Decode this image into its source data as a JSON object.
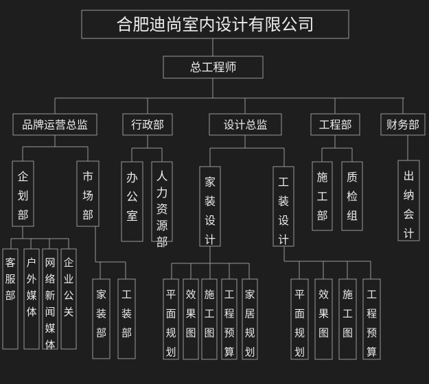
{
  "company": "合肥迪尚室内设计有限公司",
  "chief": "总工程师",
  "departments": [
    {
      "key": "brand",
      "label": "品牌运营总监"
    },
    {
      "key": "admin",
      "label": "行政部"
    },
    {
      "key": "design",
      "label": "设计总监"
    },
    {
      "key": "engineering",
      "label": "工程部"
    },
    {
      "key": "finance",
      "label": "财务部"
    }
  ],
  "brand_units": [
    "企划部",
    "市场部"
  ],
  "planning_units": [
    "客服部",
    "户外媒体",
    "网络新闻媒体",
    "企业公关"
  ],
  "market_units": [
    "家装部",
    "工装部"
  ],
  "admin_units": [
    "办公室",
    "人力资源部"
  ],
  "design_units": [
    "家装设计",
    "工装设计"
  ],
  "home_design_units": [
    "平面规划",
    "效果图",
    "施工图",
    "工程预算",
    "家居规划"
  ],
  "tool_design_units": [
    "平面规划",
    "效果图",
    "施工图",
    "工程预算"
  ],
  "engineering_units": [
    "施工部",
    "质检组"
  ],
  "finance_units": [
    "出纳会计"
  ],
  "colors": {
    "background": "#1e1e1e",
    "line": "#9a9a9a",
    "text": "#ececec"
  }
}
